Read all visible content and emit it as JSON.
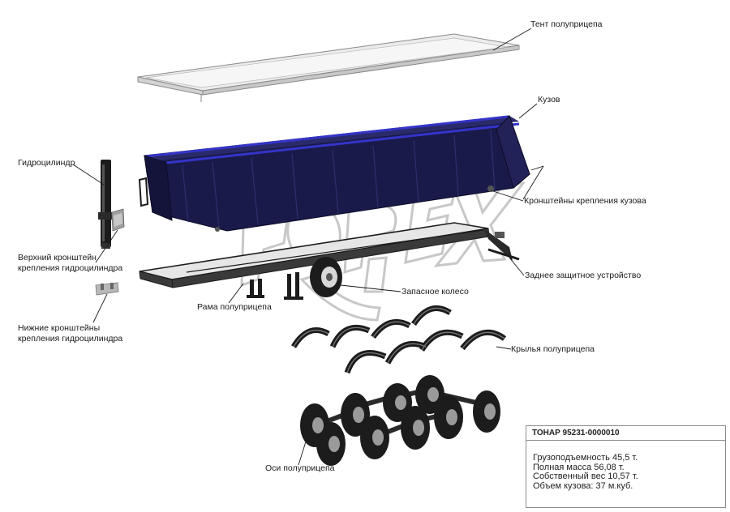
{
  "labels": {
    "tent": "Тент полуприцепа",
    "body": "Кузов",
    "cylinder": "Гидроцилиндр",
    "body_brackets": "Кронштейны крепления кузова",
    "upper_bracket_line1": "Верхний кронштейн",
    "upper_bracket_line2": "крепления гидроцилиндра",
    "rear_guard": "Заднее защитное устройство",
    "spare_wheel": "Запасное колесо",
    "frame": "Рама полуприцепа",
    "lower_brackets_line1": "Нижние кронштейны",
    "lower_brackets_line2": "крепления гидроцилиндра",
    "fenders": "Крылья полуприцепа",
    "axles": "Оси полуприцепа"
  },
  "watermark": "TOPEX",
  "spec": {
    "header": "ТОНАР 95231-0000010",
    "lines": [
      "Грузоподъемность 45,5 т.",
      "Полная масса 56,08 т.",
      "Собственный вес 10,57 т.",
      "Объем кузова: 37 м.куб."
    ]
  },
  "colors": {
    "body_dark": "#1a1a4a",
    "body_trim": "#3434c8",
    "tent": "#e6e6e6",
    "parts": "#1c1c1c"
  }
}
